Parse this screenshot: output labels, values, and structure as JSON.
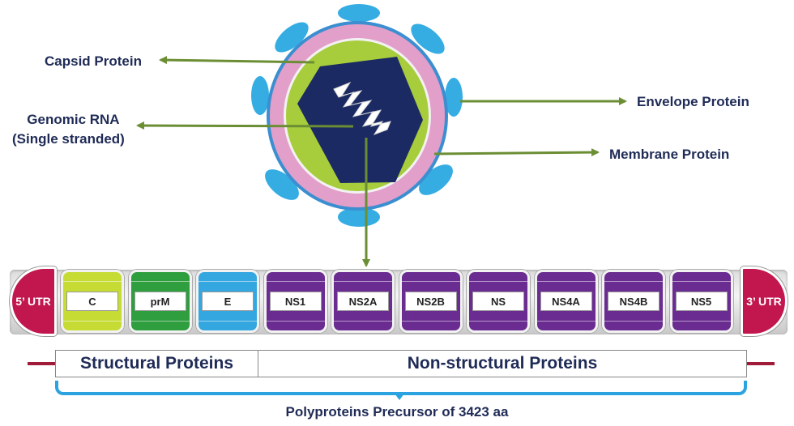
{
  "virion_labels": {
    "capsid": "Capsid Protein",
    "genomic_line1": "Genomic RNA",
    "genomic_line2": "(Single stranded)",
    "envelope": "Envelope Protein",
    "membrane": "Membrane Protein"
  },
  "genome": {
    "utr5": "5’ UTR",
    "utr3": "3’ UTR",
    "genes": [
      {
        "label": "C",
        "color": "#c6dc35"
      },
      {
        "label": "prM",
        "color": "#2f9e3e"
      },
      {
        "label": "E",
        "color": "#35a7e0"
      },
      {
        "label": "NS1",
        "color": "#6a2c91"
      },
      {
        "label": "NS2A",
        "color": "#6a2c91"
      },
      {
        "label": "NS2B",
        "color": "#6a2c91"
      },
      {
        "label": "NS",
        "color": "#6a2c91"
      },
      {
        "label": "NS4A",
        "color": "#6a2c91"
      },
      {
        "label": "NS4B",
        "color": "#6a2c91"
      },
      {
        "label": "NS5",
        "color": "#6a2c91"
      }
    ]
  },
  "regions": {
    "structural": "Structural Proteins",
    "nonstructural": "Non-structural Proteins"
  },
  "precursor": "Polyproteins Precursor of 3423 aa",
  "colors": {
    "arrow": "#6b8e34",
    "capsid_outer": "#3b8fd0",
    "capsid_pink": "#e29fca",
    "capsid_green": "#a7cc3c",
    "core": "#1b2a63",
    "spike": "#35ade3",
    "utr": "#c1174e"
  }
}
